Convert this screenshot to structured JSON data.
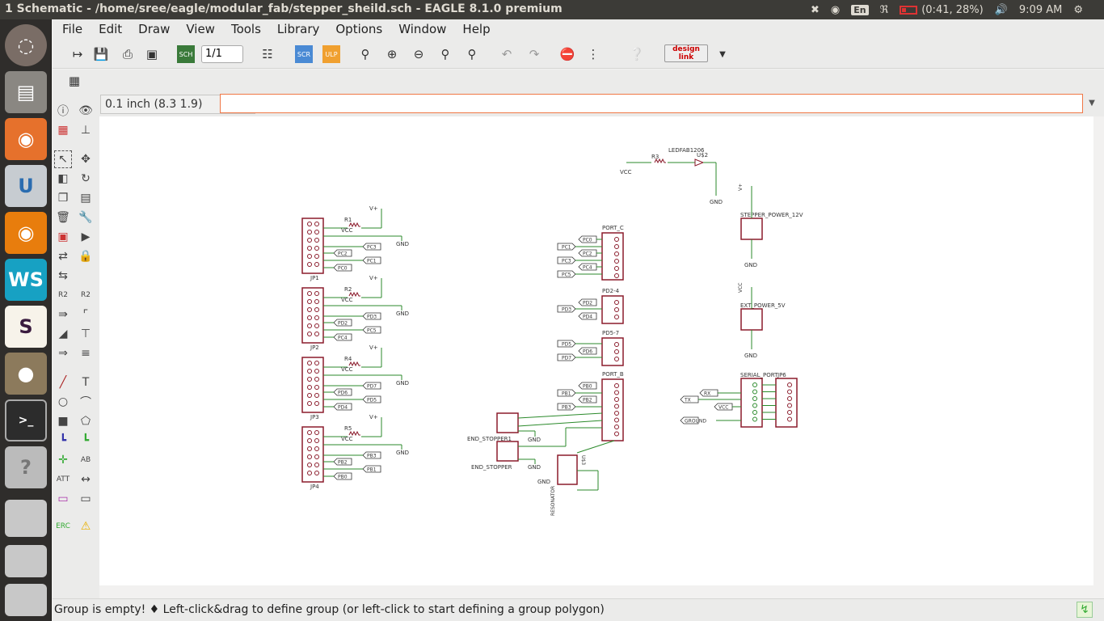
{
  "topbar": {
    "title": "1 Schematic - /home/sree/eagle/modular_fab/stepper_sheild.sch - EAGLE 8.1.0 premium",
    "keyboard": "En",
    "battery": "(0:41, 28%)",
    "time": "9:09 AM"
  },
  "menu": [
    "File",
    "Edit",
    "Draw",
    "View",
    "Tools",
    "Library",
    "Options",
    "Window",
    "Help"
  ],
  "toolbar": {
    "page": "1/1",
    "designlink": "design link"
  },
  "coord": "0.1 inch (8.3 1.9)",
  "command": {
    "value": "",
    "placeholder": ""
  },
  "status": "Group is empty!  ♦ Left-click&drag to define group (or left-click to start defining a group polygon)",
  "launcher": [
    "ubuntu-dash",
    "files",
    "firefox",
    "ultimaker-cura",
    "blender",
    "webstorm",
    "slack",
    "gimp",
    "terminal",
    "help",
    "disk-1",
    "disk-2",
    "disk-3"
  ],
  "schematic": {
    "headers": [
      {
        "ref": "JP1",
        "res": "R1",
        "sig": [
          "PC3",
          "PC2",
          "PC1",
          "PC0"
        ]
      },
      {
        "ref": "JP2",
        "res": "R2",
        "sig": [
          "PD3",
          "PD2",
          "PC5",
          "PC4"
        ]
      },
      {
        "ref": "JP3",
        "res": "R4",
        "sig": [
          "PD7",
          "PD6",
          "PD5",
          "PD4"
        ]
      },
      {
        "ref": "JP4",
        "res": "R5",
        "sig": [
          "PB3",
          "PB2",
          "PB1",
          "PB0"
        ]
      }
    ],
    "port_c": {
      "name": "PORT_C",
      "left": [
        "PC1",
        "PC3",
        "PC5"
      ],
      "right": [
        "PC0",
        "PC2",
        "PC4"
      ]
    },
    "pd24": {
      "name": "PD2-4",
      "left": [
        "PD3"
      ],
      "right": [
        "PD2",
        "PD4"
      ]
    },
    "pd57": {
      "name": "PD5-7",
      "left": [
        "PD5",
        "PD7"
      ],
      "right": [
        "PD6"
      ]
    },
    "port_b": {
      "name": "PORT_B",
      "left": [
        "PB1",
        "PB3"
      ],
      "right": [
        "PB0",
        "PB2"
      ]
    },
    "labels": {
      "vcc": "VCC",
      "gnd": "GND",
      "v": "V+",
      "led": "LEDFAB1206",
      "u": "U$2",
      "r3": "R3",
      "end1": "END_STOPPER1",
      "end2": "END_STOPPER",
      "reson": "RESONATOR",
      "u3": "U$3",
      "sp12": "STEPPER_POWER_12V",
      "ext5": "EXT_POWER_5V",
      "serial": "SERIAL_PORT",
      "jp5": "JP6",
      "rx": "RX",
      "tx": "TX",
      "vcc2": "VCC",
      "ground": "GROUND"
    }
  }
}
